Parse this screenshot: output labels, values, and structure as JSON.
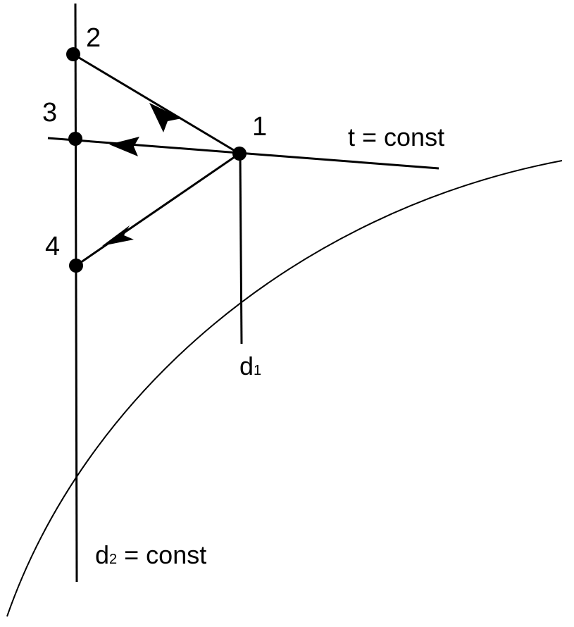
{
  "colors": {
    "ink": "#000000",
    "background": "#ffffff"
  },
  "points": [
    {
      "id": "1",
      "label": "1"
    },
    {
      "id": "2",
      "label": "2"
    },
    {
      "id": "3",
      "label": "3"
    },
    {
      "id": "4",
      "label": "4"
    }
  ],
  "labels": {
    "t_line": "t = const",
    "d1_base": "d",
    "d1_sub": "1",
    "d2_base": "d",
    "d2_sub": "2",
    "d2_rest": " = const"
  }
}
